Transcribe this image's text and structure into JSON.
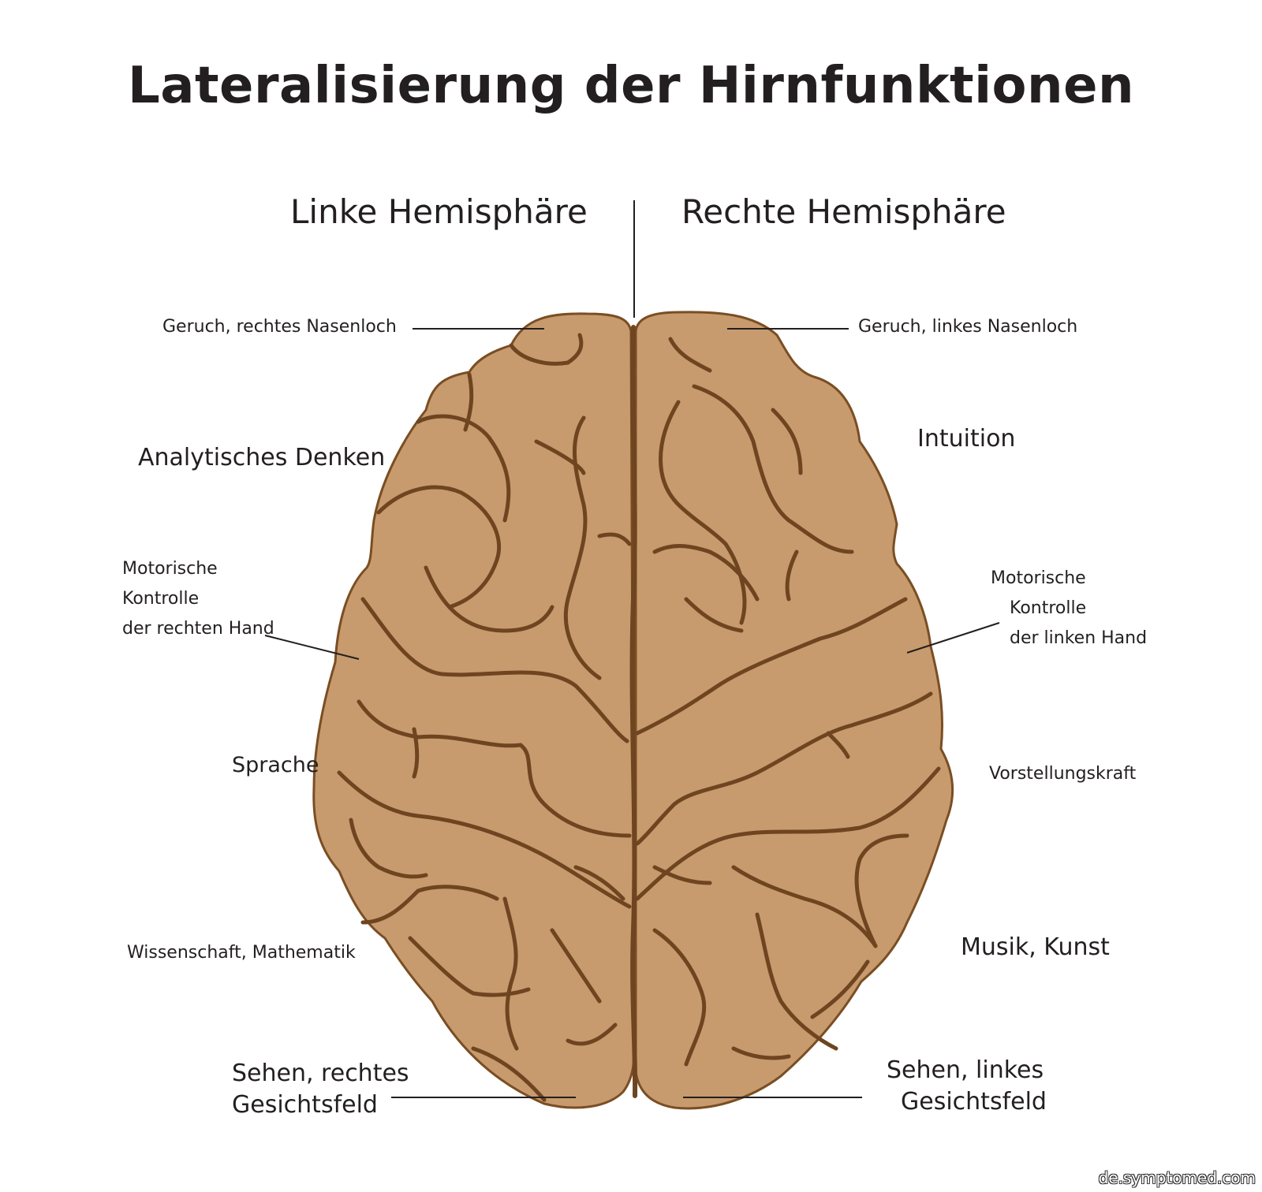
{
  "title": "Lateralisierung der Hirnfunktionen",
  "hemispheres": {
    "left": "Linke Hemisphäre",
    "right": "Rechte Hemisphäre"
  },
  "labels": {
    "smell_left": "Geruch, rechtes Nasenloch",
    "smell_right": "Geruch, linkes Nasenloch",
    "analytical": "Analytisches Denken",
    "intuition": "Intuition",
    "motor_left": [
      "Motorische",
      "Kontrolle",
      "der rechten Hand"
    ],
    "motor_right": [
      "Motorische",
      "Kontrolle",
      "der linken Hand"
    ],
    "language": "Sprache",
    "imagination": "Vorstellungskraft",
    "science": "Wissenschaft, Mathematik",
    "music": "Musik, Kunst",
    "vision_left": [
      "Sehen, rechtes",
      "Gesichtsfeld"
    ],
    "vision_right": [
      "Sehen, linkes",
      "Gesichtsfeld"
    ]
  },
  "colors": {
    "brain_fill": "#c79b6d",
    "brain_outline": "#7a4e23",
    "sulci": "#6e4520",
    "text": "#231f20"
  },
  "watermark": "de.symptomed.com"
}
